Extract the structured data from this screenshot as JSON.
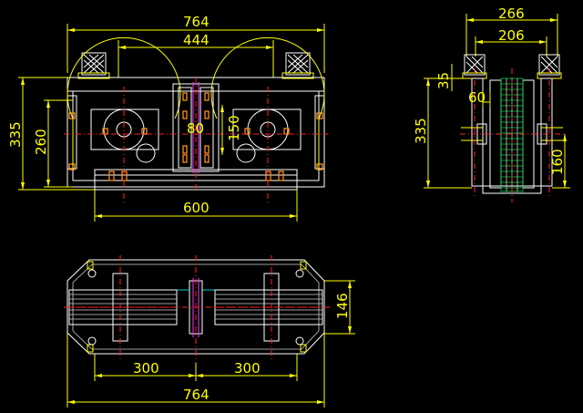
{
  "drawing": {
    "front_view": {
      "overall_width": "764",
      "inner_width": "444",
      "height": "335",
      "inner_height": "260",
      "spacing": "80",
      "center_height": "150",
      "base_width": "600"
    },
    "side_view": {
      "overall_width": "266",
      "inner_width": "206",
      "top_offset": "35",
      "offset": "60",
      "height": "335",
      "lower_height": "160"
    },
    "top_view": {
      "depth": "146",
      "left_span": "300",
      "right_span": "300",
      "overall_width": "764"
    }
  },
  "colors": {
    "dimension": "#ffff00",
    "outline": "#ffffff",
    "centerline": "#ff2020",
    "hatch": "#00cc44",
    "bolt": "#ff8c1a",
    "accent": "#ff33ff",
    "background": "#000000"
  }
}
